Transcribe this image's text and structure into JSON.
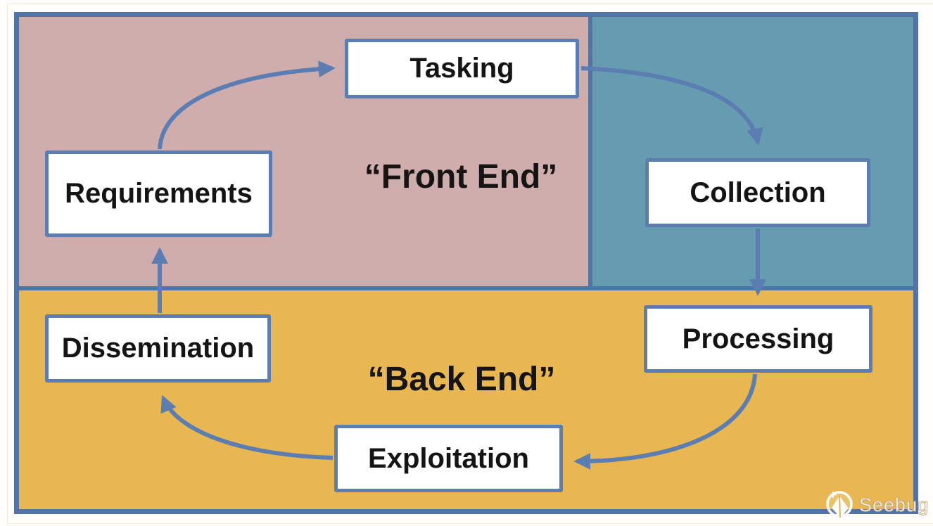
{
  "diagram": {
    "regions": {
      "front_end": {
        "label": "“Front End”",
        "color": "#cfadad"
      },
      "collection_area": {
        "color": "#669cb0"
      },
      "back_end": {
        "label": "“Back End”",
        "color": "#e8b751"
      }
    },
    "nodes": [
      {
        "id": "tasking",
        "label": "Tasking"
      },
      {
        "id": "requirements",
        "label": "Requirements"
      },
      {
        "id": "collection",
        "label": "Collection"
      },
      {
        "id": "processing",
        "label": "Processing"
      },
      {
        "id": "dissemination",
        "label": "Dissemination"
      },
      {
        "id": "exploitation",
        "label": "Exploitation"
      }
    ],
    "flow": [
      "Requirements → Tasking",
      "Tasking → Collection",
      "Collection → Processing",
      "Processing → Exploitation",
      "Exploitation → Dissemination",
      "Dissemination → Requirements"
    ],
    "colors": {
      "arrow": "#5b7db2",
      "box_border": "#5b7db2",
      "outer_border": "#5273a3",
      "front_end_bg": "#cfadad",
      "collection_bg": "#669cb0",
      "back_end_bg": "#e8b751"
    }
  },
  "watermark": {
    "brand": "Seebug"
  }
}
